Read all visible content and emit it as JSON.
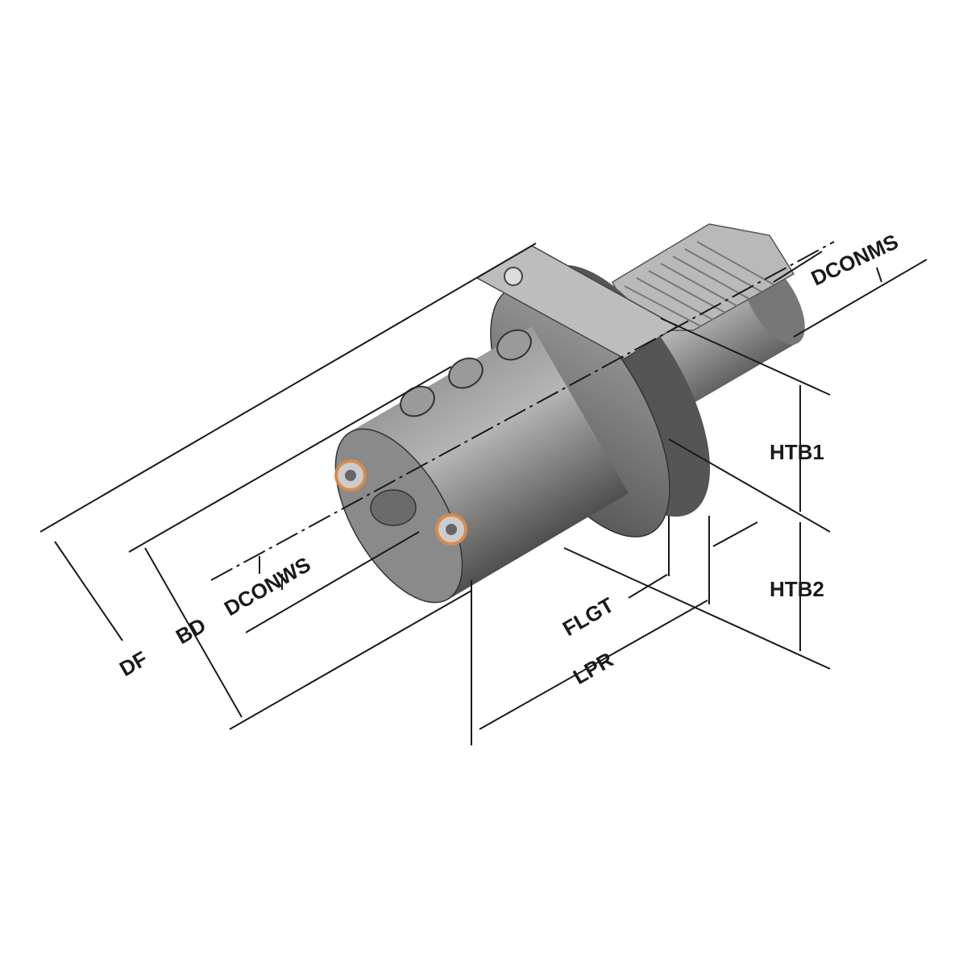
{
  "labels": {
    "df": "DF",
    "bd": "BD",
    "dconws": "DCONWS",
    "dconms": "DCONMS",
    "htb1": "HTB1",
    "htb2": "HTB2",
    "flgt": "FLGT",
    "lpr": "LPR"
  },
  "colors": {
    "body": "#7d7d7d",
    "accent_ring": "#d98a4a",
    "line": "#1a1a1a"
  }
}
